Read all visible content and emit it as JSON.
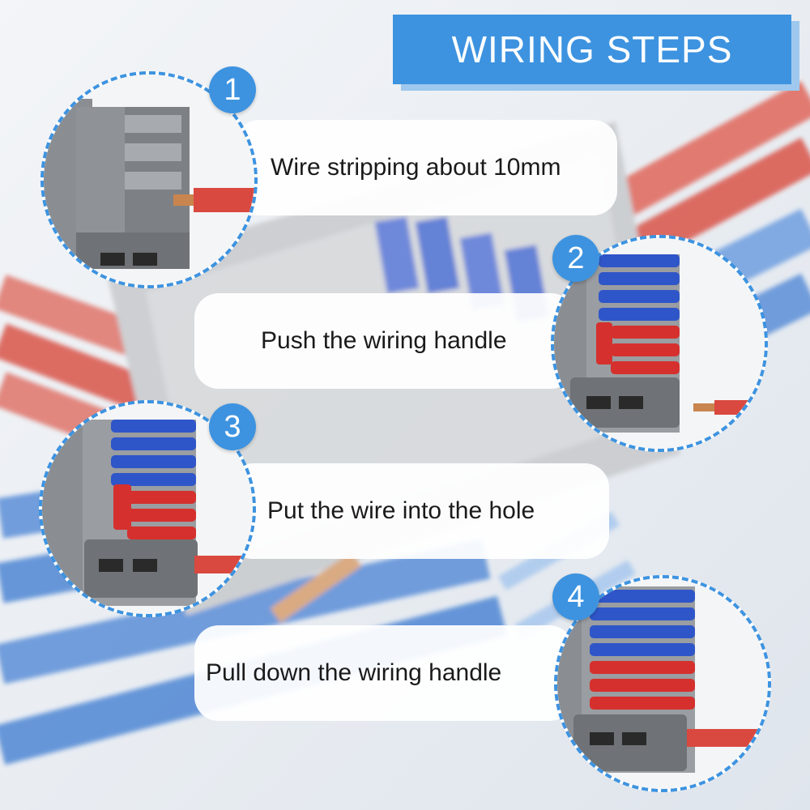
{
  "title": "WIRING STEPS",
  "colors": {
    "accent": "#3d93e0",
    "wire_red": "#d9493f",
    "wire_blue": "#3f7fd6",
    "lever_blue": "#2f56c9",
    "lever_red": "#d5302d",
    "housing_gray": "#7b7e82",
    "copper": "#c9854f"
  },
  "steps": [
    {
      "number": "1",
      "label": "Wire stripping about 10mm",
      "icon": "connector-with-stripped-wire-icon"
    },
    {
      "number": "2",
      "label": "Push the wiring handle",
      "icon": "connector-lever-up-icon"
    },
    {
      "number": "3",
      "label": "Put the wire into the hole",
      "icon": "connector-wire-inserted-icon"
    },
    {
      "number": "4",
      "label": "Pull down the wiring handle",
      "icon": "connector-lever-down-icon"
    }
  ]
}
